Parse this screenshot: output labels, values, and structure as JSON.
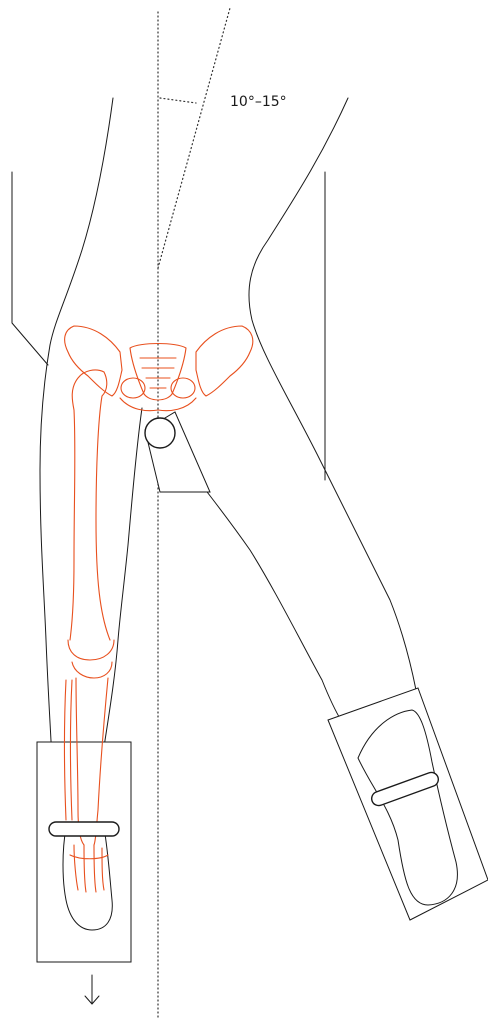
{
  "figure": {
    "angle_label": "10°–15°",
    "angle_degrees": [
      10,
      15
    ],
    "colors": {
      "outline": "#1a1a1a",
      "bones": "#e8501e",
      "background": "#ffffff"
    },
    "icons": {
      "traction_arrow": "arrow-down-icon"
    }
  }
}
